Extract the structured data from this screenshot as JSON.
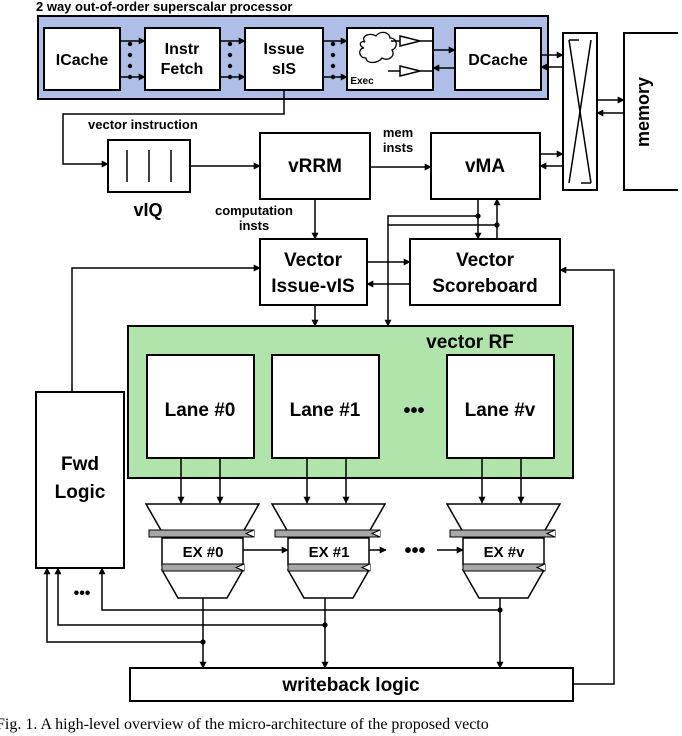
{
  "diagram": {
    "title": "2 way out-of-order superscalar processor",
    "nodes": {
      "icache": "ICache",
      "instr_fetch": [
        "Instr",
        "Fetch"
      ],
      "issue_sis": [
        "Issue",
        "sIS"
      ],
      "exec": "Exec",
      "dcache": "DCache",
      "memory": "memory",
      "viq": "vIQ",
      "vrrm": "vRRM",
      "vma": "vMA",
      "vector_issue": [
        "Vector",
        "Issue-vIS"
      ],
      "vector_scoreboard": [
        "Vector",
        "Scoreboard"
      ],
      "vector_rf": "vector RF",
      "lanes": [
        "Lane #0",
        "Lane #1",
        "Lane #v"
      ],
      "ex_units": [
        "EX #0",
        "EX #1",
        "EX #v"
      ],
      "fwd_logic": [
        "Fwd",
        "Logic"
      ],
      "writeback": "writeback logic",
      "ellipsis": "•••"
    },
    "edge_labels": {
      "vector_instruction": "vector instruction",
      "mem_insts": [
        "mem",
        "insts"
      ],
      "computation_insts": [
        "computation",
        "insts"
      ]
    },
    "colors": {
      "processor_fill": "#aebee6",
      "vector_rf_fill": "#b0e4ab",
      "bar_fill": "#a7a7a7"
    }
  },
  "caption": "Fig. 1.  A high-level overview of the micro-architecture of the proposed vecto"
}
